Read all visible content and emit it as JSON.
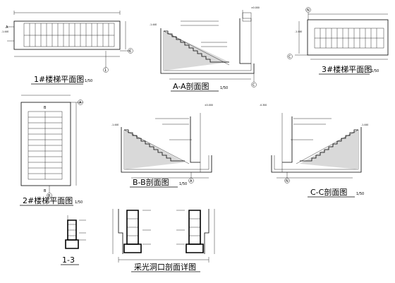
{
  "views": {
    "plan1": {
      "title": "1#楼梯平面图",
      "scale": "1/50",
      "axes": [
        "A",
        "C",
        "1"
      ]
    },
    "section_aa": {
      "title": "A-A剖面图",
      "scale": "1/50",
      "axes": [
        "C"
      ]
    },
    "plan3": {
      "title": "3#楼梯平面图",
      "scale": "1/50",
      "axes": [
        "C",
        "N"
      ]
    },
    "plan2": {
      "title": "2#楼梯平面图",
      "scale": "1/50",
      "axes": [
        "A",
        "B"
      ],
      "cut_marks": [
        "B",
        "B"
      ]
    },
    "section_bb": {
      "title": "B-B剖面图",
      "scale": "1/50",
      "axes": [
        "A"
      ]
    },
    "section_cc": {
      "title": "C-C剖面图",
      "scale": "1/50",
      "axes": [
        "N"
      ]
    },
    "detail_11": {
      "title": "1-3"
    },
    "detail_light": {
      "title": "采光洞口剖面详图"
    }
  },
  "levels": {
    "plan1_left": "-1.440",
    "aa_left": "-1.440",
    "aa_top": "±0.000",
    "plan3_left": "-1.440",
    "bb_left": "-1.440",
    "bb_top": "±0.000",
    "cc_left": "-0.300",
    "cc_right": "-1.440"
  }
}
